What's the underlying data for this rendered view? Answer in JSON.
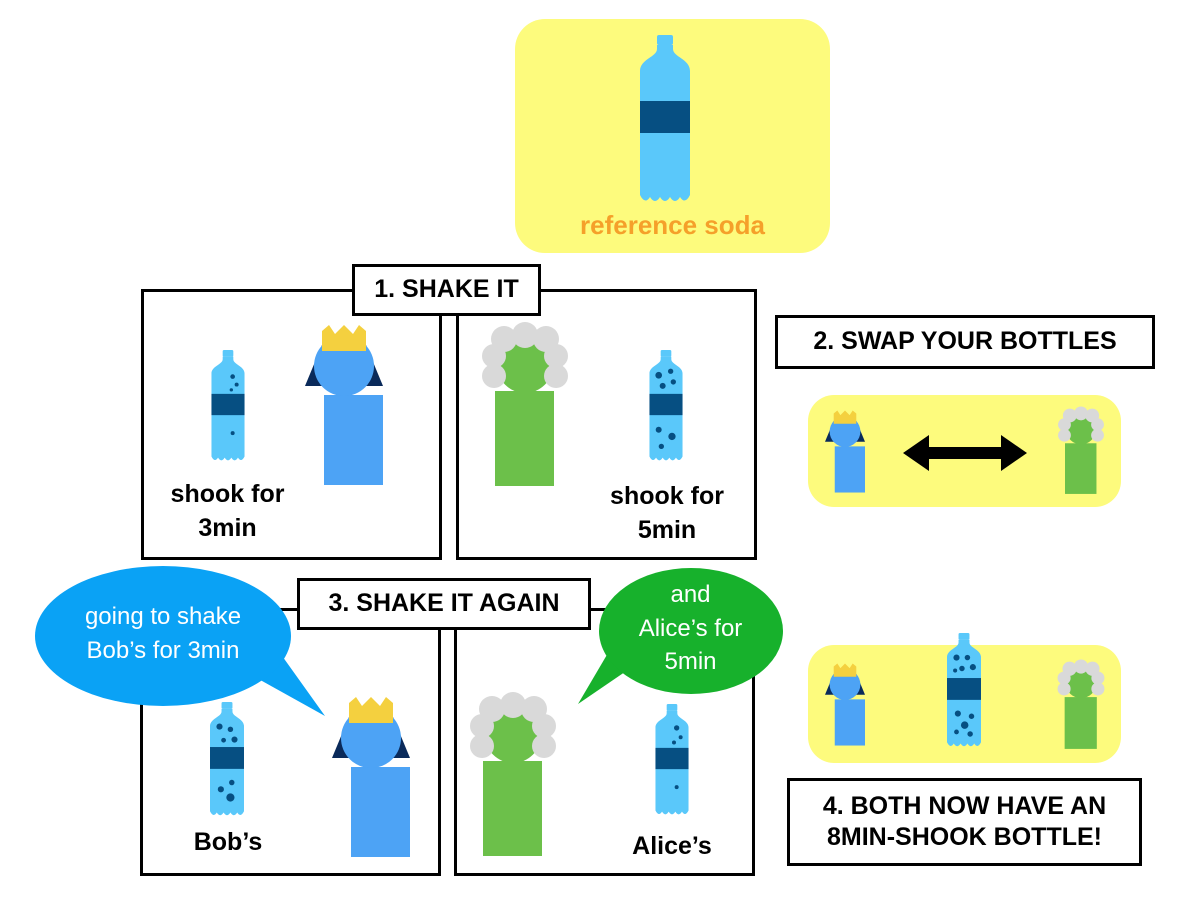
{
  "reference": {
    "caption": "reference soda"
  },
  "step1": {
    "label": "1. SHAKE IT",
    "bob_caption_line1": "shook for",
    "bob_caption_line2": "3min",
    "alice_caption_line1": "shook for",
    "alice_caption_line2": "5min"
  },
  "step2": {
    "label": "2. SWAP YOUR BOTTLES"
  },
  "step3": {
    "label": "3. SHAKE IT AGAIN",
    "bob_bubble_line1": "going to shake",
    "bob_bubble_line2": "Bob’s for 3min",
    "alice_bubble_line1": "and",
    "alice_bubble_line2": "Alice’s for",
    "alice_bubble_line3": "5min",
    "bob_bottle_caption": "Bob’s",
    "alice_bottle_caption": "Alice’s"
  },
  "step4": {
    "label_line1": "4. BOTH NOW HAVE AN",
    "label_line2": "8MIN-SHOOK BOTTLE!"
  },
  "colors": {
    "bottle_light": "#5ac8fa",
    "bottle_band": "#064f82",
    "bob_blue": "#4da3f5",
    "crown_yellow": "#f4d03f",
    "alice_green": "#6cc04a",
    "wig_gray": "#d9d9d9",
    "highlight_yellow": "#fdfb7d",
    "bubble_blue": "#0aa2f5",
    "bubble_green": "#17b12c",
    "reference_orange": "#f5a02a"
  }
}
